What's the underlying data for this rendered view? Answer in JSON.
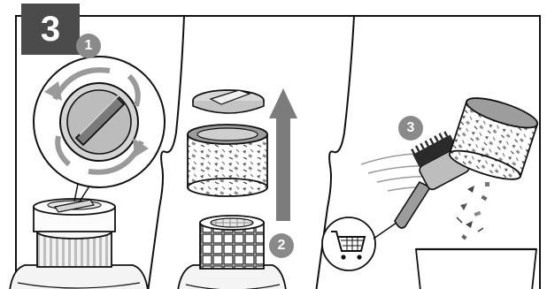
{
  "step_number": "3",
  "sub_steps": [
    "1",
    "2",
    "3"
  ],
  "icons": {
    "rotate": "rotate-arrows-icon",
    "cart": "shopping-cart-icon",
    "lift": "lift-up-arrow-icon"
  },
  "colors": {
    "badge": "#4b4b4b",
    "number_circle": "#8a8a8a",
    "lift_arrow": "#7c7c7c",
    "rotate_arrows": "#9a9a9a",
    "outline": "#111111"
  }
}
